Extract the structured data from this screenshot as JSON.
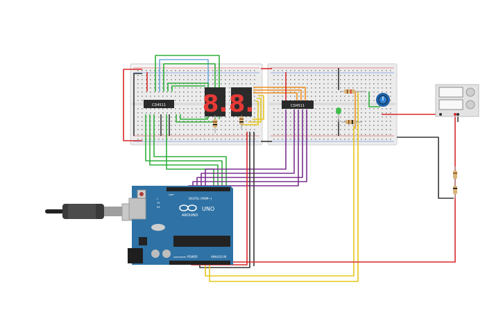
{
  "chips": {
    "left_label": "CD4511",
    "right_label": "CD4511"
  },
  "arduino": {
    "brand": "ARDUINO",
    "model": "UNO",
    "digital_label": "DIGITAL (PWM~)",
    "power_label": "POWER",
    "analog_label": "ANALOG IN",
    "tx_label": "TX",
    "rx_label": "RX",
    "aref_label": "AREF",
    "reset_label": "RESET",
    "ioref_label": "IOREF",
    "l_label": "L"
  },
  "displays": {
    "digit_1": "8.",
    "digit_2": "8."
  },
  "colors": {
    "wire_red": "#d8262a",
    "wire_black": "#333333",
    "wire_green": "#2fae3a",
    "wire_purple": "#7a2f8f",
    "wire_yellow": "#e7c51b",
    "wire_orange": "#ef8f1e",
    "wire_blue": "#6fa8dc",
    "seg_on": "#e53935",
    "board_blue": "#2f72a5",
    "breadboard": "#ececec"
  }
}
